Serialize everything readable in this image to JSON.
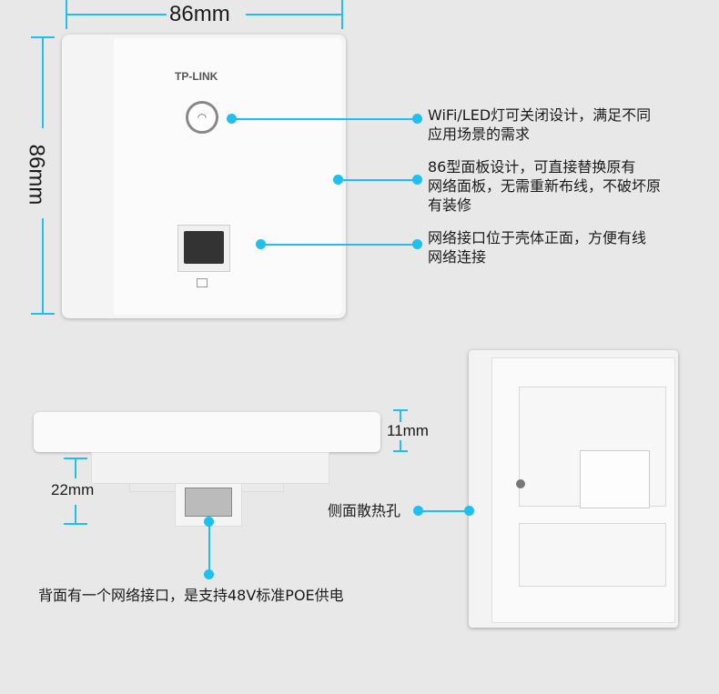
{
  "dimensions": {
    "width": "86mm",
    "height": "86mm",
    "depth_panel": "11mm",
    "depth_body": "22mm"
  },
  "front": {
    "brand": "TP-LINK"
  },
  "callouts": {
    "led": [
      "WiFi/LED灯可关闭设计，满足不同",
      "应用场景的需求"
    ],
    "panel": [
      "86型面板设计，可直接替换原有",
      "网络面板，无需重新布线，不破坏原",
      "有装修"
    ],
    "port_front": [
      "网络接口位于壳体正面，方便有线",
      "网络连接"
    ],
    "side_vents": "侧面散热孔",
    "back_port": "背面有一个网络接口，是支持48V标准POE供电"
  },
  "colors": {
    "accent": "#1ec0f0",
    "background": "#e8e8e8"
  }
}
